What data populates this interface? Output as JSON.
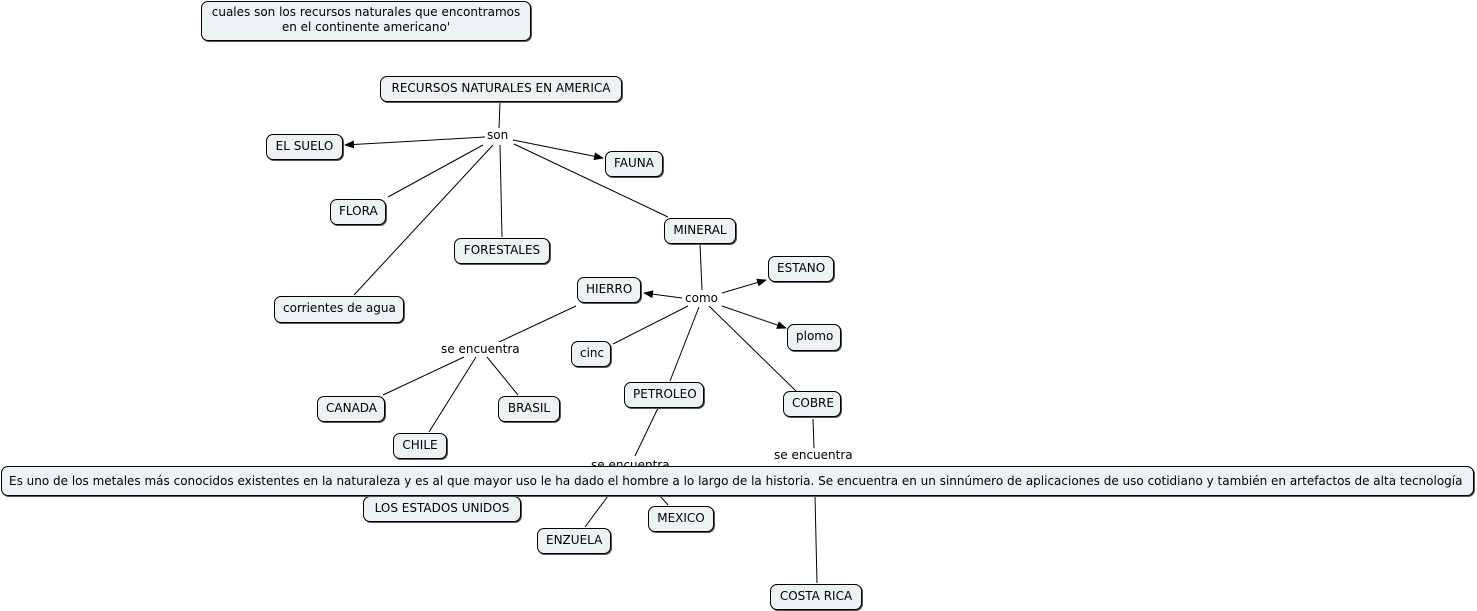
{
  "question": {
    "line1": "cuales son los recursos naturales que encontramos",
    "line2": "en el continente americano'"
  },
  "concepts": {
    "root": "RECURSOS NATURALES EN AMERICA",
    "el_suelo": "EL SUELO",
    "fauna": "FAUNA",
    "flora": "FLORA",
    "forestales": "FORESTALES",
    "corrientes": "corrientes de agua",
    "mineral": "MINERAL",
    "estano": "ESTANO",
    "hierro": "HIERRO",
    "plomo": "plomo",
    "cinc": "cinc",
    "petroleo": "PETROLEO",
    "cobre": "COBRE",
    "canada": "CANADA",
    "brasil": "BRASIL",
    "chile": "CHILE",
    "estados_unidos": "LOS ESTADOS UNIDOS",
    "enzuela": "ENZUELA",
    "mexico": "MEXICO",
    "costa_rica": "COSTA RICA"
  },
  "linking_phrases": {
    "son": "son",
    "como": "como",
    "se_encuentra_hierro": "se encuentra",
    "se_encuentra_petroleo": "se encuentra",
    "se_encuentra_cobre": "se encuentra"
  },
  "tooltip": {
    "text": "Es uno de los metales más conocidos existentes en la naturaleza y es al que mayor uso le ha dado el hombre a lo largo de la historia. Se encuentra en un sinnúmero de aplicaciones de uso cotidiano y también en artefactos de alta tecnología"
  },
  "colors": {
    "node_fill": "#edf3f5",
    "node_border": "#000000",
    "line": "#000000"
  }
}
